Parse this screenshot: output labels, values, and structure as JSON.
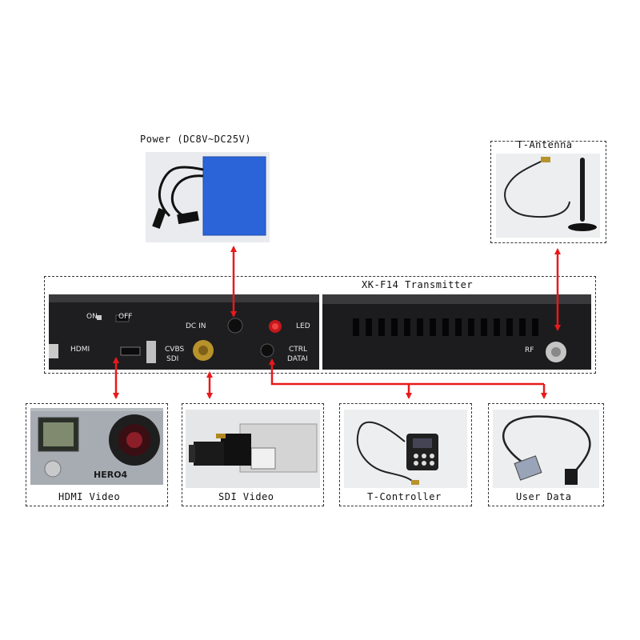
{
  "labels": {
    "power": "Power (DC8V~DC25V)",
    "antenna": "T-Antenna",
    "transmitter": "XK-F14 Transmitter",
    "hdmi_video": "HDMI Video",
    "sdi_video": "SDI Video",
    "t_controller": "T-Controller",
    "user_data": "User Data"
  },
  "device_panel": {
    "on": "ON",
    "off": "OFF",
    "dc_in": "DC IN",
    "led": "LED",
    "hdmi": "HDMI",
    "cvbs": "CVBS",
    "sdi": "SDI",
    "ctrl": "CTRL",
    "data": "DATAI",
    "rf": "RF"
  },
  "camera_brand": "HERO4",
  "colors": {
    "arrow": "#e8191b",
    "border": "#333333",
    "battery": "#2a64d8",
    "device": "#1e1e20"
  }
}
